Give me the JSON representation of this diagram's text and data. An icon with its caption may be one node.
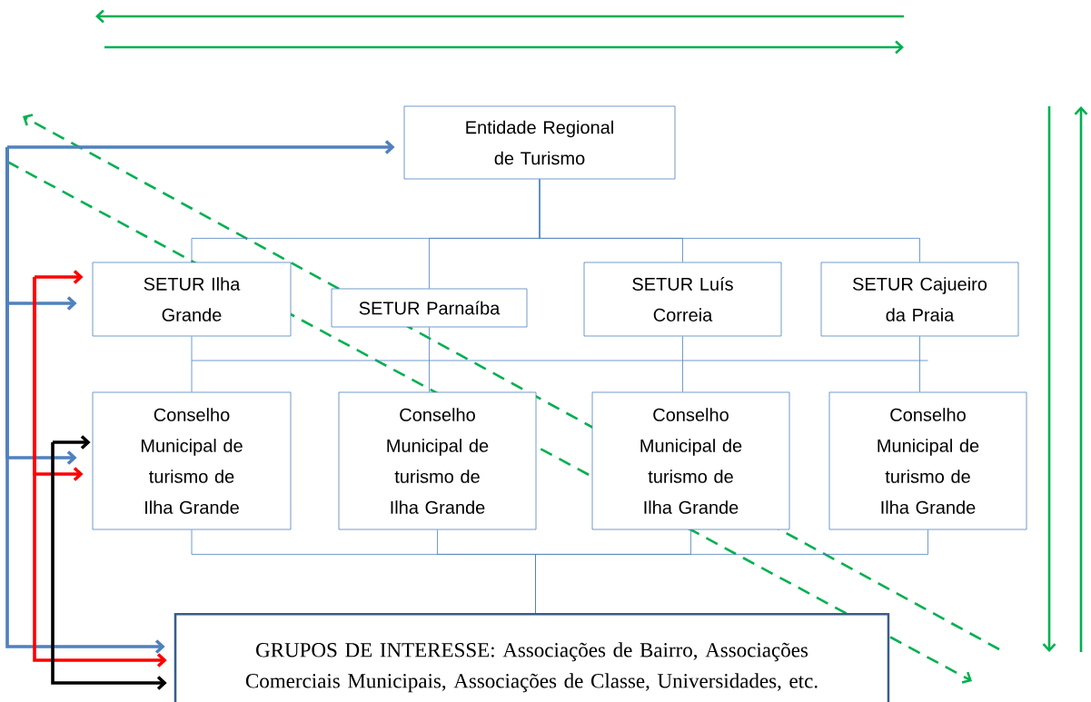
{
  "diagram": {
    "nodes": [
      {
        "text": [
          "Entidade Regional de Turismo"
        ]
      },
      {
        "text": [
          "SETUR Ilha Grande"
        ]
      },
      {
        "text": [
          "SETUR Parnaíba"
        ]
      },
      {
        "text": [
          "SETUR Luís Correia"
        ]
      },
      {
        "text": [
          "SETUR Cajueiro da Praia"
        ]
      },
      {
        "text": [
          "Conselho Municipal de turismo de Ilha Grande"
        ]
      },
      {
        "text": [
          "Conselho Municipal de turismo de Ilha Grande"
        ]
      },
      {
        "text": [
          "Conselho Municipal de turismo de Ilha Grande"
        ]
      },
      {
        "text": [
          "Conselho Municipal de turismo de Ilha Grande"
        ]
      },
      {
        "text": [
          "GRUPOS DE INTERESSE: Associações de Bairro, Associações Comerciais Municipais, Associações de Classe, Universidades, etc."
        ]
      }
    ],
    "edges": [
      {
        "from": 0,
        "to": 1,
        "arrow": "none"
      },
      {
        "from": 0,
        "to": 2,
        "arrow": "none"
      },
      {
        "from": 0,
        "to": 3,
        "arrow": "none"
      },
      {
        "from": 0,
        "to": 4,
        "arrow": "none"
      },
      {
        "from": 1,
        "to": 5,
        "arrow": "none"
      },
      {
        "from": 2,
        "to": 6,
        "arrow": "none"
      },
      {
        "from": 3,
        "to": 7,
        "arrow": "none"
      },
      {
        "from": 4,
        "to": 8,
        "arrow": "none"
      },
      {
        "from": 5,
        "to": 9,
        "arrow": "none"
      },
      {
        "from": 6,
        "to": 9,
        "arrow": "none"
      },
      {
        "from": 7,
        "to": 9,
        "arrow": "none"
      },
      {
        "from": 8,
        "to": 9,
        "arrow": "none"
      },
      {
        "from": null,
        "to": 0,
        "arrow": "to",
        "style": "thick"
      },
      {
        "from": null,
        "to": 1,
        "arrow": "to",
        "style": "thick"
      },
      {
        "from": null,
        "to": 5,
        "arrow": "to",
        "style": "thick"
      },
      {
        "from": null,
        "to": 9,
        "arrow": "to",
        "style": "thick"
      },
      {
        "from": null,
        "to": 1,
        "arrow": "to",
        "style": "thick",
        "color": "#ff0000"
      },
      {
        "from": null,
        "to": 5,
        "arrow": "to",
        "style": "thick",
        "color": "#ff0000"
      },
      {
        "from": null,
        "to": 9,
        "arrow": "to",
        "style": "thick",
        "color": "#ff0000"
      },
      {
        "from": null,
        "to": 5,
        "arrow": "to",
        "style": "thick",
        "color": "#000000"
      },
      {
        "from": null,
        "to": 9,
        "arrow": "to",
        "style": "thick",
        "color": "#000000"
      }
    ]
  }
}
